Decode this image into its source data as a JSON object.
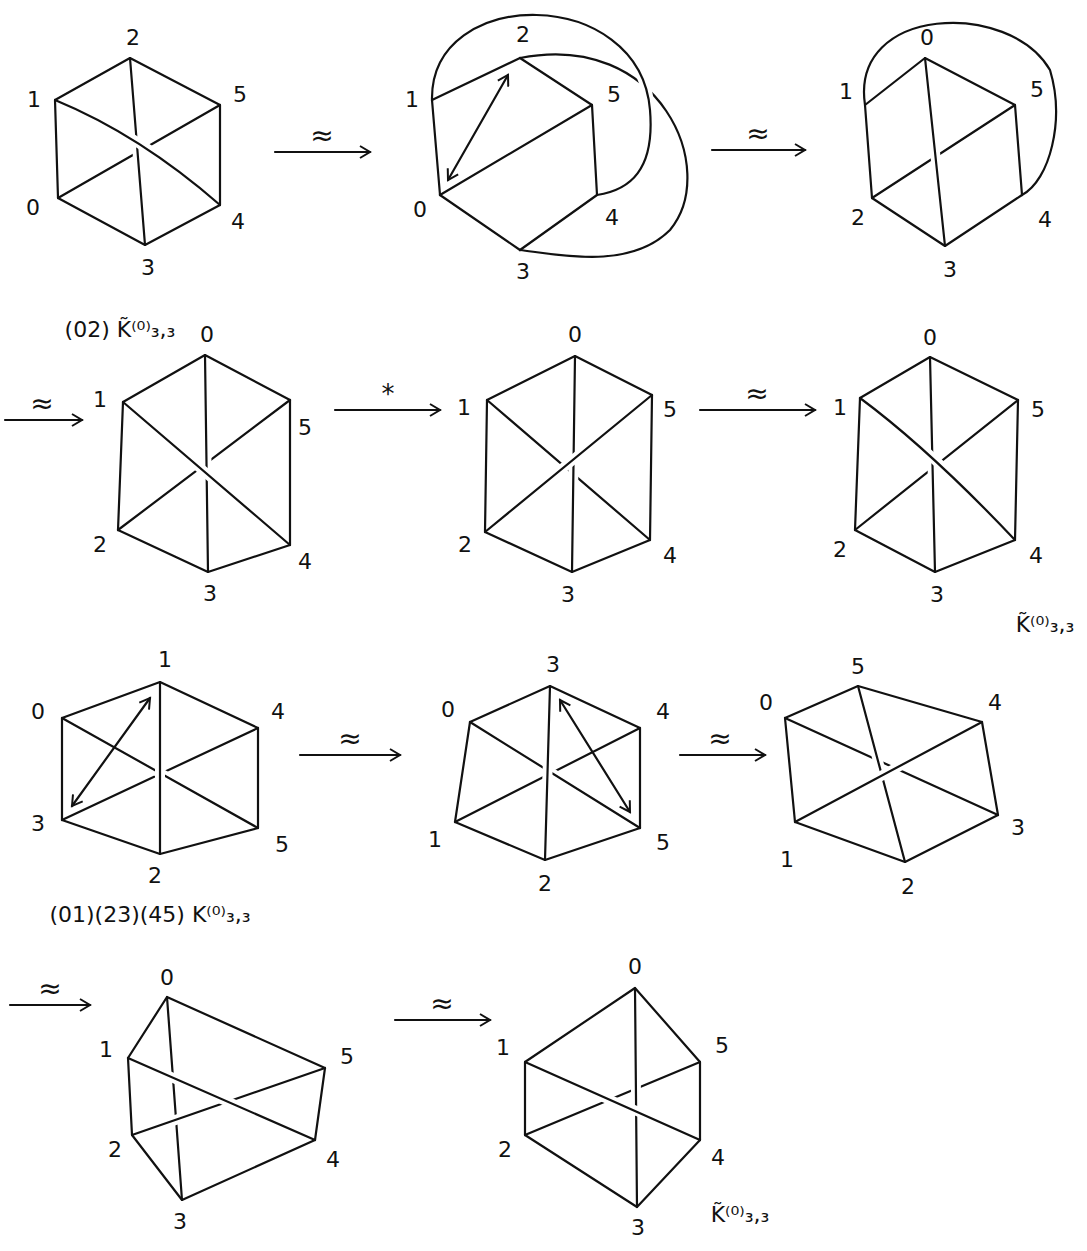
{
  "diagram": {
    "labels": [
      "2",
      "1",
      "5",
      "0",
      "4",
      "3",
      "≈",
      "2",
      "1",
      "5",
      "0",
      "4",
      "3",
      "≈",
      "0",
      "1",
      "5",
      "2",
      "4",
      "3",
      "(02) K̃⁽⁰⁾₃,₃",
      "≈",
      "0",
      "1",
      "5",
      "2",
      "4",
      "3",
      "*",
      "0",
      "1",
      "5",
      "2",
      "4",
      "3",
      "≈",
      "0",
      "1",
      "5",
      "2",
      "4",
      "3",
      "K̃⁽⁰⁾₃,₃",
      "1",
      "0",
      "4",
      "3",
      "5",
      "2",
      "≈",
      "3",
      "0",
      "4",
      "1",
      "5",
      "2",
      "≈",
      "5",
      "0",
      "4",
      "1",
      "3",
      "2",
      "(01)(23)(45) K⁽⁰⁾₃,₃",
      "≈",
      "0",
      "1",
      "5",
      "2",
      "4",
      "3",
      "≈",
      "0",
      "1",
      "5",
      "2",
      "4",
      "3",
      "K̃⁽⁰⁾₃,₃"
    ]
  }
}
